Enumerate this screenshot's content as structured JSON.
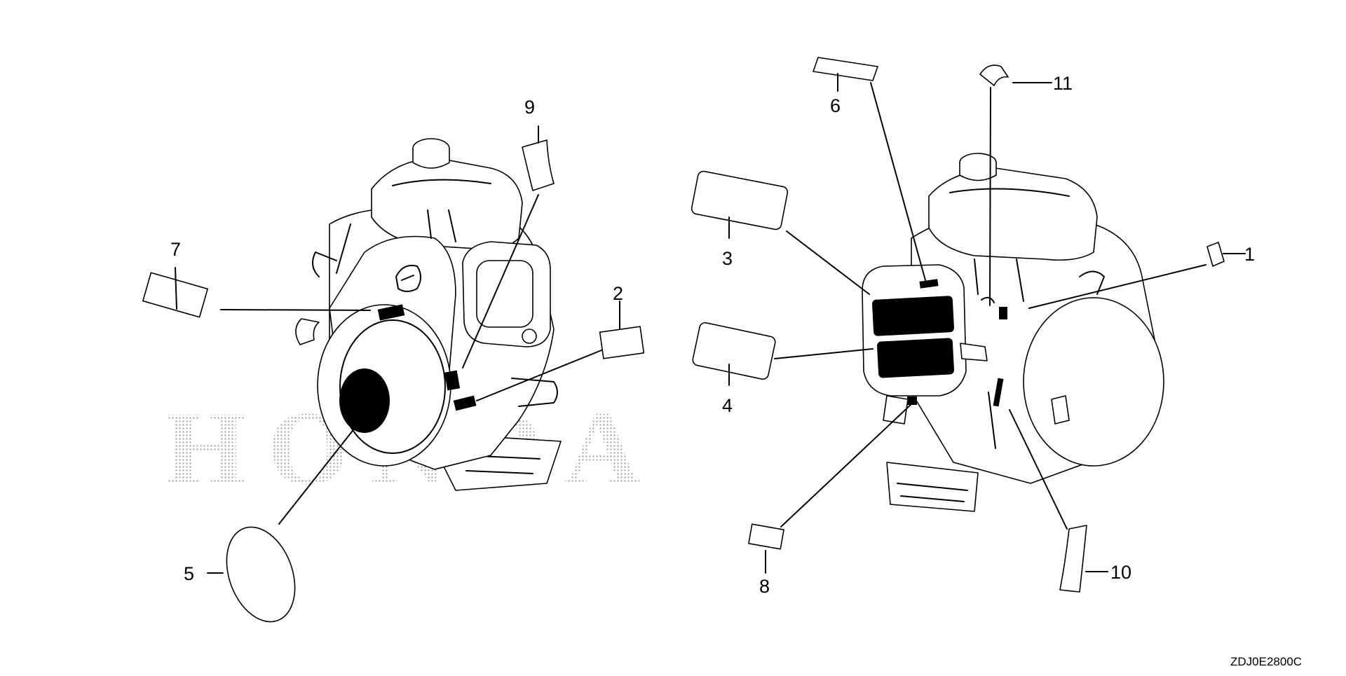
{
  "diagram": {
    "watermark": "HONDA",
    "drawing_code": "ZDJ0E2800C",
    "callouts": [
      {
        "id": "c1",
        "label": "1"
      },
      {
        "id": "c2",
        "label": "2"
      },
      {
        "id": "c3",
        "label": "3"
      },
      {
        "id": "c4",
        "label": "4"
      },
      {
        "id": "c5",
        "label": "5"
      },
      {
        "id": "c6",
        "label": "6"
      },
      {
        "id": "c7",
        "label": "7"
      },
      {
        "id": "c8",
        "label": "8"
      },
      {
        "id": "c9",
        "label": "9"
      },
      {
        "id": "c10",
        "label": "10"
      },
      {
        "id": "c11",
        "label": "11"
      }
    ]
  }
}
